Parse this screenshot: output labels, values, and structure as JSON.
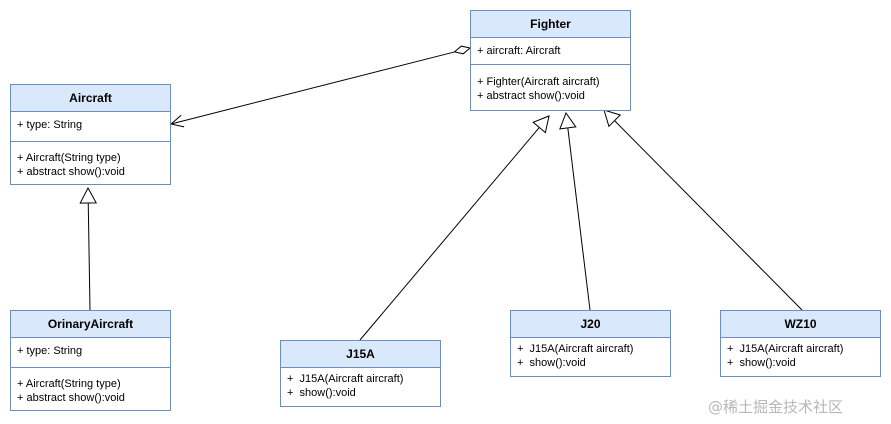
{
  "colors": {
    "header_fill": "#dae8fc",
    "stroke": "#6c8ebf",
    "connector": "#000000",
    "watermark": "#b8b8b8"
  },
  "classes": {
    "fighter": {
      "name": "Fighter",
      "attributes": [
        "+ aircraft: Aircraft"
      ],
      "methods": [
        "+ Fighter(Aircraft aircraft)",
        "+ abstract show():void"
      ]
    },
    "aircraft": {
      "name": "Aircraft",
      "attributes": [
        "+ type: String"
      ],
      "methods": [
        "+ Aircraft(String type)",
        "+ abstract show():void"
      ]
    },
    "orinary_aircraft": {
      "name": "OrinaryAircraft",
      "attributes": [
        "+ type: String"
      ],
      "methods": [
        "+ Aircraft(String type)",
        "+ abstract show():void"
      ]
    },
    "j15a": {
      "name": "J15A",
      "attributes": [],
      "methods": [
        "+  J15A(Aircraft aircraft)",
        "+  show():void"
      ]
    },
    "j20": {
      "name": "J20",
      "attributes": [],
      "methods": [
        "+  J15A(Aircraft aircraft)",
        "+  show():void"
      ]
    },
    "wz10": {
      "name": "WZ10",
      "attributes": [],
      "methods": [
        "+  J15A(Aircraft aircraft)",
        "+  show():void"
      ]
    }
  },
  "relationships": [
    {
      "type": "aggregation",
      "from": "fighter",
      "to": "aircraft"
    },
    {
      "type": "generalization",
      "from": "orinary_aircraft",
      "to": "aircraft"
    },
    {
      "type": "generalization",
      "from": "j15a",
      "to": "fighter"
    },
    {
      "type": "generalization",
      "from": "j20",
      "to": "fighter"
    },
    {
      "type": "generalization",
      "from": "wz10",
      "to": "fighter"
    }
  ],
  "watermark": "@稀土掘金技术社区"
}
